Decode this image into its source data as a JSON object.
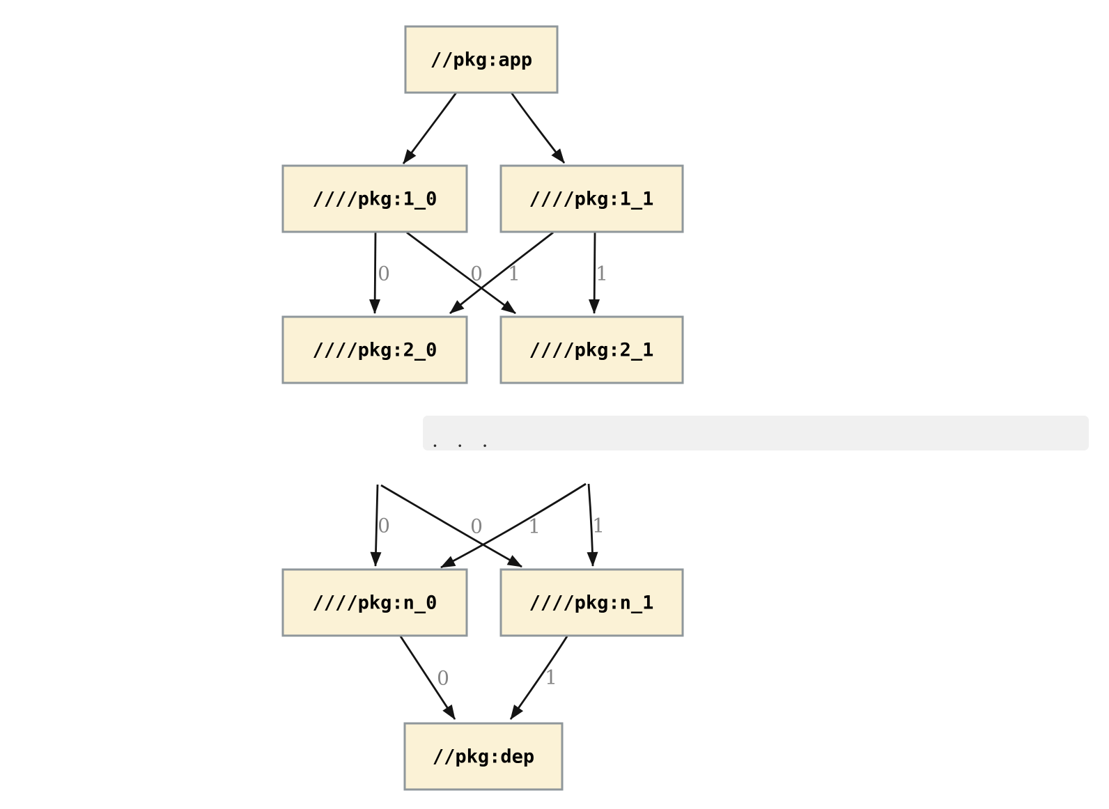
{
  "diagram": {
    "type": "dependency-graph",
    "background": "#ffffff",
    "node_fill": "#fbf2d6",
    "node_border": "#8f979b",
    "edge_color": "#141414",
    "edge_label_color": "#848484",
    "band_fill": "#f0f0f0",
    "nodes": {
      "app": {
        "label": "//pkg:app"
      },
      "pkg1_0": {
        "label": "////pkg:1_0"
      },
      "pkg1_1": {
        "label": "////pkg:1_1"
      },
      "pkg2_0": {
        "label": "////pkg:2_0"
      },
      "pkg2_1": {
        "label": "////pkg:2_1"
      },
      "pkgn_0": {
        "label": "////pkg:n_0"
      },
      "pkgn_1": {
        "label": "////pkg:n_1"
      },
      "dep": {
        "label": "//pkg:dep"
      }
    },
    "ellipsis": {
      "text": ". . ."
    },
    "edges": [
      {
        "from": "//pkg:app",
        "to": "////pkg:1_0",
        "label": ""
      },
      {
        "from": "//pkg:app",
        "to": "////pkg:1_1",
        "label": ""
      },
      {
        "from": "////pkg:1_0",
        "to": "////pkg:2_0",
        "label": "0"
      },
      {
        "from": "////pkg:1_0",
        "to": "////pkg:2_1",
        "label": "0"
      },
      {
        "from": "////pkg:1_1",
        "to": "////pkg:2_0",
        "label": "1"
      },
      {
        "from": "////pkg:1_1",
        "to": "////pkg:2_1",
        "label": "1"
      },
      {
        "from": "...",
        "to": "////pkg:n_0",
        "label": "0"
      },
      {
        "from": "...",
        "to": "////pkg:n_1",
        "label": "0"
      },
      {
        "from": "...",
        "to": "////pkg:n_0",
        "label": "1"
      },
      {
        "from": "...",
        "to": "////pkg:n_1",
        "label": "1"
      },
      {
        "from": "////pkg:n_0",
        "to": "//pkg:dep",
        "label": "0"
      },
      {
        "from": "////pkg:n_1",
        "to": "//pkg:dep",
        "label": "1"
      }
    ]
  }
}
